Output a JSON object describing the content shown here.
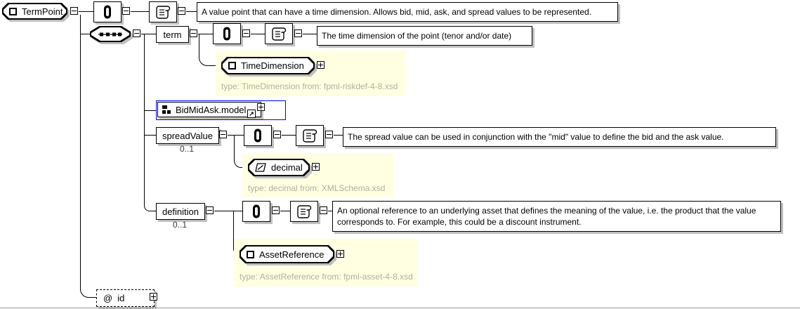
{
  "diagram": {
    "root": {
      "label": "TermPoint",
      "doc": "A value point that can have a time dimension. Allows bid, mid, ask, and spread values to be represented."
    },
    "term": {
      "label": "term",
      "doc": "The time dimension of the point (tenor and/or date)",
      "type": {
        "label": "TimeDimension",
        "note": "type: TimeDimension from: fpml-riskdef-4-8.xsd"
      }
    },
    "group": {
      "label": "BidMidAsk.model",
      "link_glyph": "↗"
    },
    "spread": {
      "label": "spreadValue",
      "cardinality": "0..1",
      "doc": "The spread value can be used in conjunction with the \"mid\" value to define the bid and the ask value.",
      "type": {
        "label": "decimal",
        "note": "type: decimal from: XMLSchema.xsd"
      }
    },
    "definition": {
      "label": "definition",
      "cardinality": "0..1",
      "doc": "An optional reference to an underlying asset that defines the meaning of the value, i.e. the product that the value corresponds to. For example, this could be a discount instrument.",
      "type": {
        "label": "AssetReference",
        "note": "type: AssetReference from: fpml-asset-4-8.xsd"
      }
    },
    "attribute": {
      "prefix": "@",
      "label": "id"
    },
    "icons": {
      "element": "square-outline",
      "simple_type": "slanted-square-diagonal",
      "sequence": "dotted-sequence",
      "annotation": "paperclip",
      "documentation": "scroll",
      "model_group": "three-squares",
      "link": "arrow-up-right",
      "collapse": "minus",
      "expand": "plus"
    },
    "colors": {
      "panel_bg": "#ffffe1",
      "group_border": "#0000ff",
      "shadow": "#c0c0c0",
      "type_text": "#b0b0a0",
      "line": "#000000"
    }
  }
}
